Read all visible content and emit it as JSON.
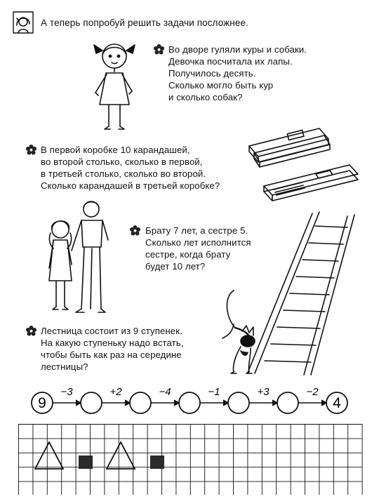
{
  "header": {
    "instruction": "А теперь попробуй решить задачи посложнее."
  },
  "tasks": [
    {
      "text": "Во дворе гуляли куры и собаки.\nДевочка посчитала их лапы.\nПолучилось десять.\nСколько могло быть кур\nи сколько собак?"
    },
    {
      "text": "В первой коробке 10 карандашей,\nво второй столько, сколько в первой,\nв третьей столько, сколько во второй.\nСколько карандашей в третьей коробке?"
    },
    {
      "text": "Брату 7 лет, а сестре 5.\nСколько лет исполнится\nсестре, когда брату\nбудет 10 лет?"
    },
    {
      "text": "Лестница состоит из 9 ступенек.\nНа какую ступеньку надо встать,\nчтобы быть как раз на середине\nлестницы?"
    }
  ],
  "chain": {
    "start": "9",
    "end": "4",
    "operations": [
      "−3",
      "+2",
      "−4",
      "−1",
      "+3",
      "−2"
    ]
  },
  "icons": [
    "child-face-icon",
    "flower-bullet-icon"
  ],
  "grid": {
    "pattern": [
      "triangle",
      "square",
      "triangle",
      "square"
    ]
  }
}
